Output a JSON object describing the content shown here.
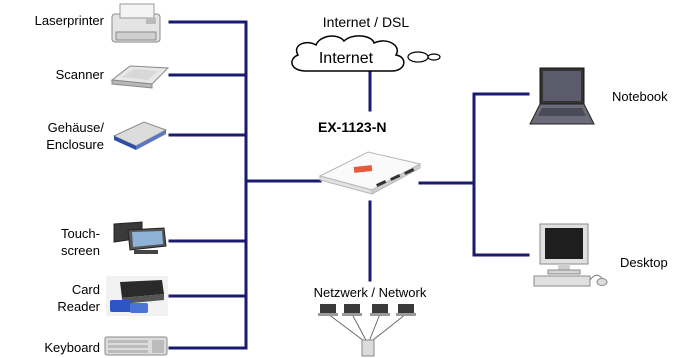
{
  "diagram": {
    "hub": {
      "label": "EX-1123-N"
    },
    "internet": {
      "caption": "Internet / DSL",
      "cloud_label": "Internet"
    },
    "left_devices": [
      {
        "label": "Laserprinter"
      },
      {
        "label": "Scanner"
      },
      {
        "label": "Gehäuse/\nEnclosure"
      },
      {
        "label": "Touch-\nscreen"
      },
      {
        "label": "Card\nReader"
      },
      {
        "label": "Keyboard"
      }
    ],
    "right_devices": [
      {
        "label": "Notebook"
      },
      {
        "label": "Desktop"
      }
    ],
    "network": {
      "label": "Netzwerk / Network"
    },
    "colors": {
      "wire": "#1a1a6e",
      "hub_accent": "#e8573a"
    }
  }
}
